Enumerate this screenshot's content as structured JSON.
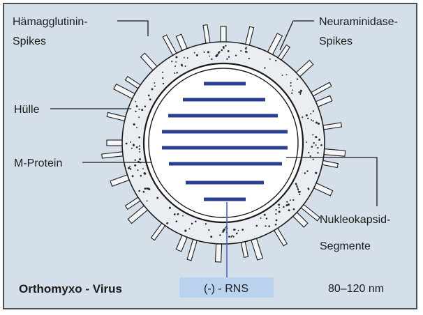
{
  "labels": {
    "haemagglutinin_line1": "Hämagglutinin-",
    "haemagglutinin_line2": "Spikes",
    "neuraminidase_line1": "Neuraminidase-",
    "neuraminidase_line2": "Spikes",
    "envelope": "Hülle",
    "m_protein": "M-Protein",
    "nucleocapsid_line1": "Nukleokapsid-",
    "nucleocapsid_line2": "Segmente",
    "rna": "(-) - RNS",
    "virus_name": "Orthomyxo - Virus",
    "size": "80–120 nm"
  },
  "colors": {
    "background": "#d5dfe9",
    "frame": "#4a4f56",
    "rna_segment": "#2a3f8f",
    "rna_highlight": "#b9d3ef",
    "rna_lead": "#4a62c2",
    "envelope_fill": "#eaeef2",
    "spike_fill": "#f4f6f8"
  }
}
